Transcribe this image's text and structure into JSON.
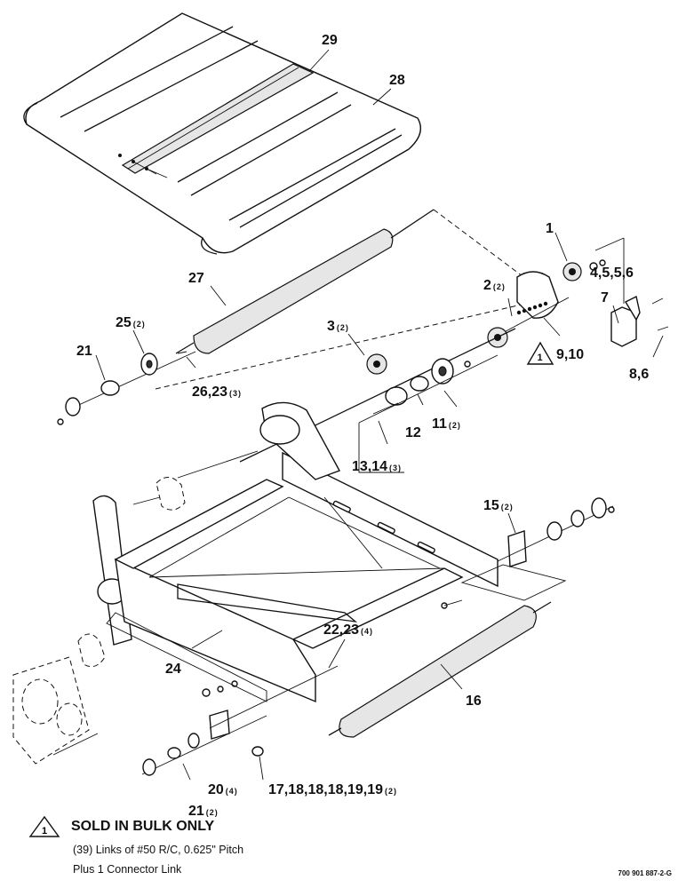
{
  "part_labels": [
    {
      "id": "p29",
      "num": "29",
      "qty": ""
    },
    {
      "id": "p28",
      "num": "28",
      "qty": ""
    },
    {
      "id": "p1",
      "num": "1",
      "qty": ""
    },
    {
      "id": "p4",
      "num": "4,5,5,6",
      "qty": ""
    },
    {
      "id": "p2",
      "num": "2",
      "qty": "(2)"
    },
    {
      "id": "p7",
      "num": "7",
      "qty": ""
    },
    {
      "id": "p27",
      "num": "27",
      "qty": ""
    },
    {
      "id": "p25",
      "num": "25",
      "qty": "(2)"
    },
    {
      "id": "p3",
      "num": "3",
      "qty": "(2)"
    },
    {
      "id": "p21a",
      "num": "21",
      "qty": ""
    },
    {
      "id": "p9",
      "num": "9,10",
      "qty": ""
    },
    {
      "id": "p8",
      "num": "8,6",
      "qty": ""
    },
    {
      "id": "p26",
      "num": "26,23",
      "qty": "(3)"
    },
    {
      "id": "p11",
      "num": "11",
      "qty": "(2)"
    },
    {
      "id": "p12",
      "num": "12",
      "qty": ""
    },
    {
      "id": "p13",
      "num": "13,14",
      "qty": "(3)"
    },
    {
      "id": "p15",
      "num": "15",
      "qty": "(2)"
    },
    {
      "id": "p22",
      "num": "22,23",
      "qty": "(4)"
    },
    {
      "id": "p24",
      "num": "24",
      "qty": ""
    },
    {
      "id": "p16",
      "num": "16",
      "qty": ""
    },
    {
      "id": "p20",
      "num": "20",
      "qty": "(4)"
    },
    {
      "id": "p21b",
      "num": "21",
      "qty": "(2)"
    },
    {
      "id": "p17",
      "num": "17,18,18,18,19,19",
      "qty": "(2)"
    }
  ],
  "triangle_marker": "1",
  "footnote": {
    "marker": "1",
    "title": "SOLD IN BULK ONLY",
    "line1": "(39) Links of #50 R/C, 0.625\" Pitch",
    "line2": "Plus 1 Connector Link"
  },
  "drawing_code": "700 901 887-2-G"
}
